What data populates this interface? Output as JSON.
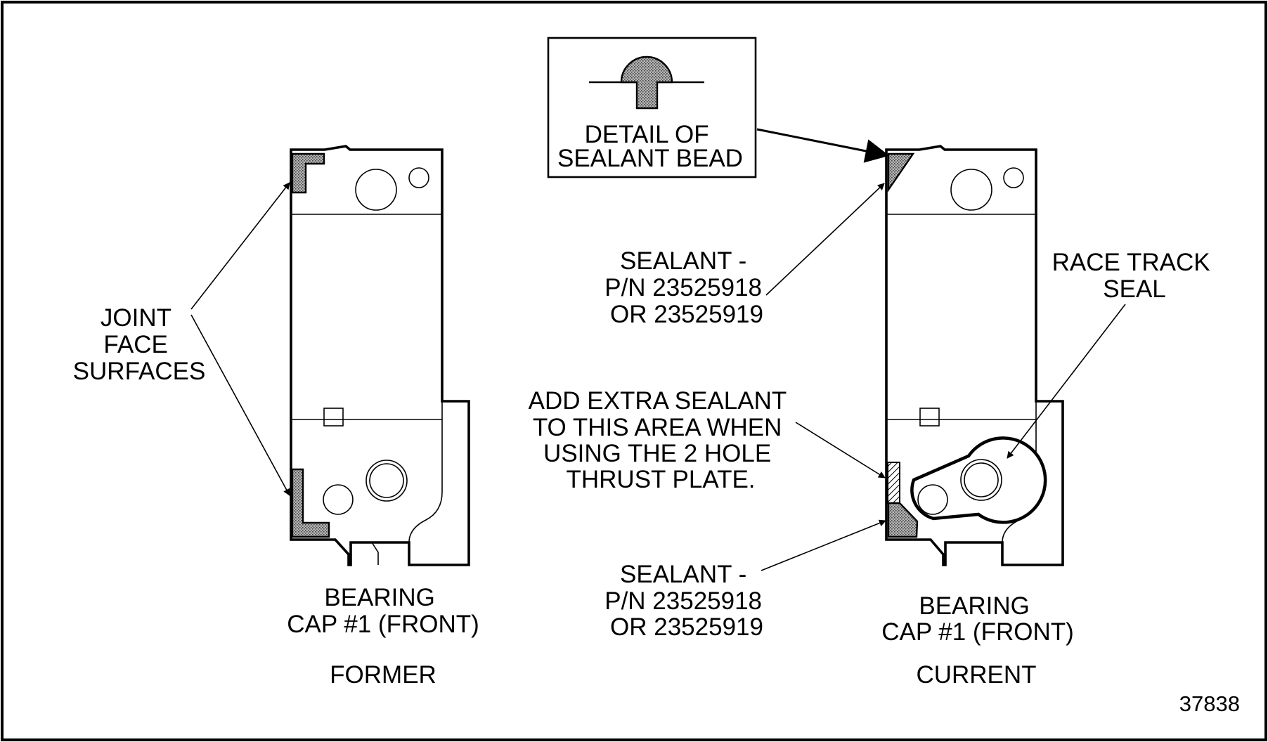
{
  "detail_label": [
    "DETAIL OF",
    "SEALANT BEAD"
  ],
  "left": {
    "joint_label": [
      "JOINT",
      "FACE",
      "SURFACES"
    ],
    "cap_label": [
      "BEARING",
      "CAP #1 (FRONT)"
    ],
    "state": "FORMER"
  },
  "right": {
    "sealant_top": [
      "SEALANT -",
      "P/N 23525918",
      "OR 23525919"
    ],
    "race_label": [
      "RACE TRACK",
      "SEAL"
    ],
    "extra_label": [
      "ADD EXTRA SEALANT",
      "TO THIS AREA WHEN",
      "USING THE 2 HOLE",
      "THRUST PLATE."
    ],
    "sealant_bottom": [
      "SEALANT -",
      "P/N 23525918",
      "OR 23525919"
    ],
    "cap_label": [
      "BEARING",
      "CAP #1 (FRONT)"
    ],
    "state": "CURRENT"
  },
  "figure_number": "37838"
}
